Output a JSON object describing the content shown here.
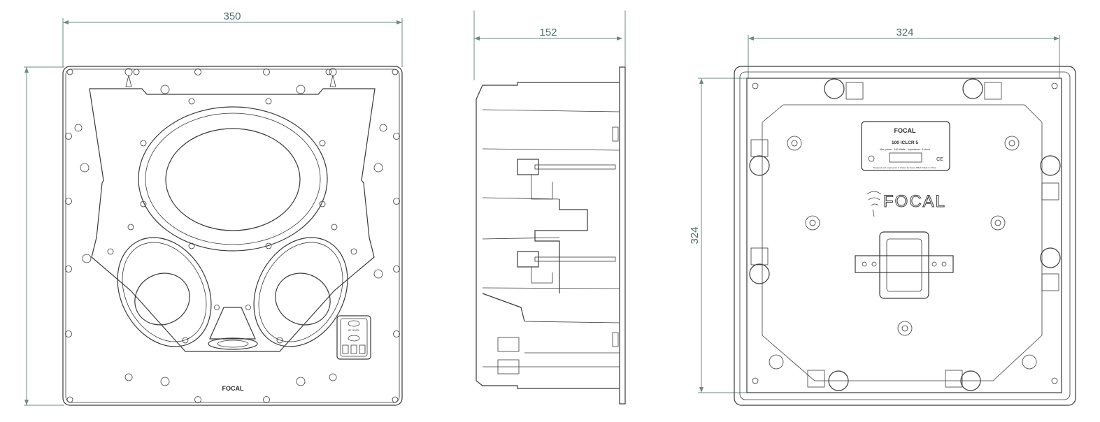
{
  "dimensions": {
    "front_width": "350",
    "side_depth": "152",
    "back_width": "324",
    "back_height": "324"
  },
  "labels": {
    "front_brand": "FOCAL",
    "back_brand": "FOCAL",
    "back_brand_small": "FOCAL",
    "model": "100 ICLCR 5",
    "spec_line": "Max power : 140 Watts - Impedance : 8 ohms",
    "footer_line": "Designed and engineered in France by Focal-JMlab. Made in China.",
    "ce_mark": "CE",
    "tweeter_level": "HF LEVEL"
  }
}
